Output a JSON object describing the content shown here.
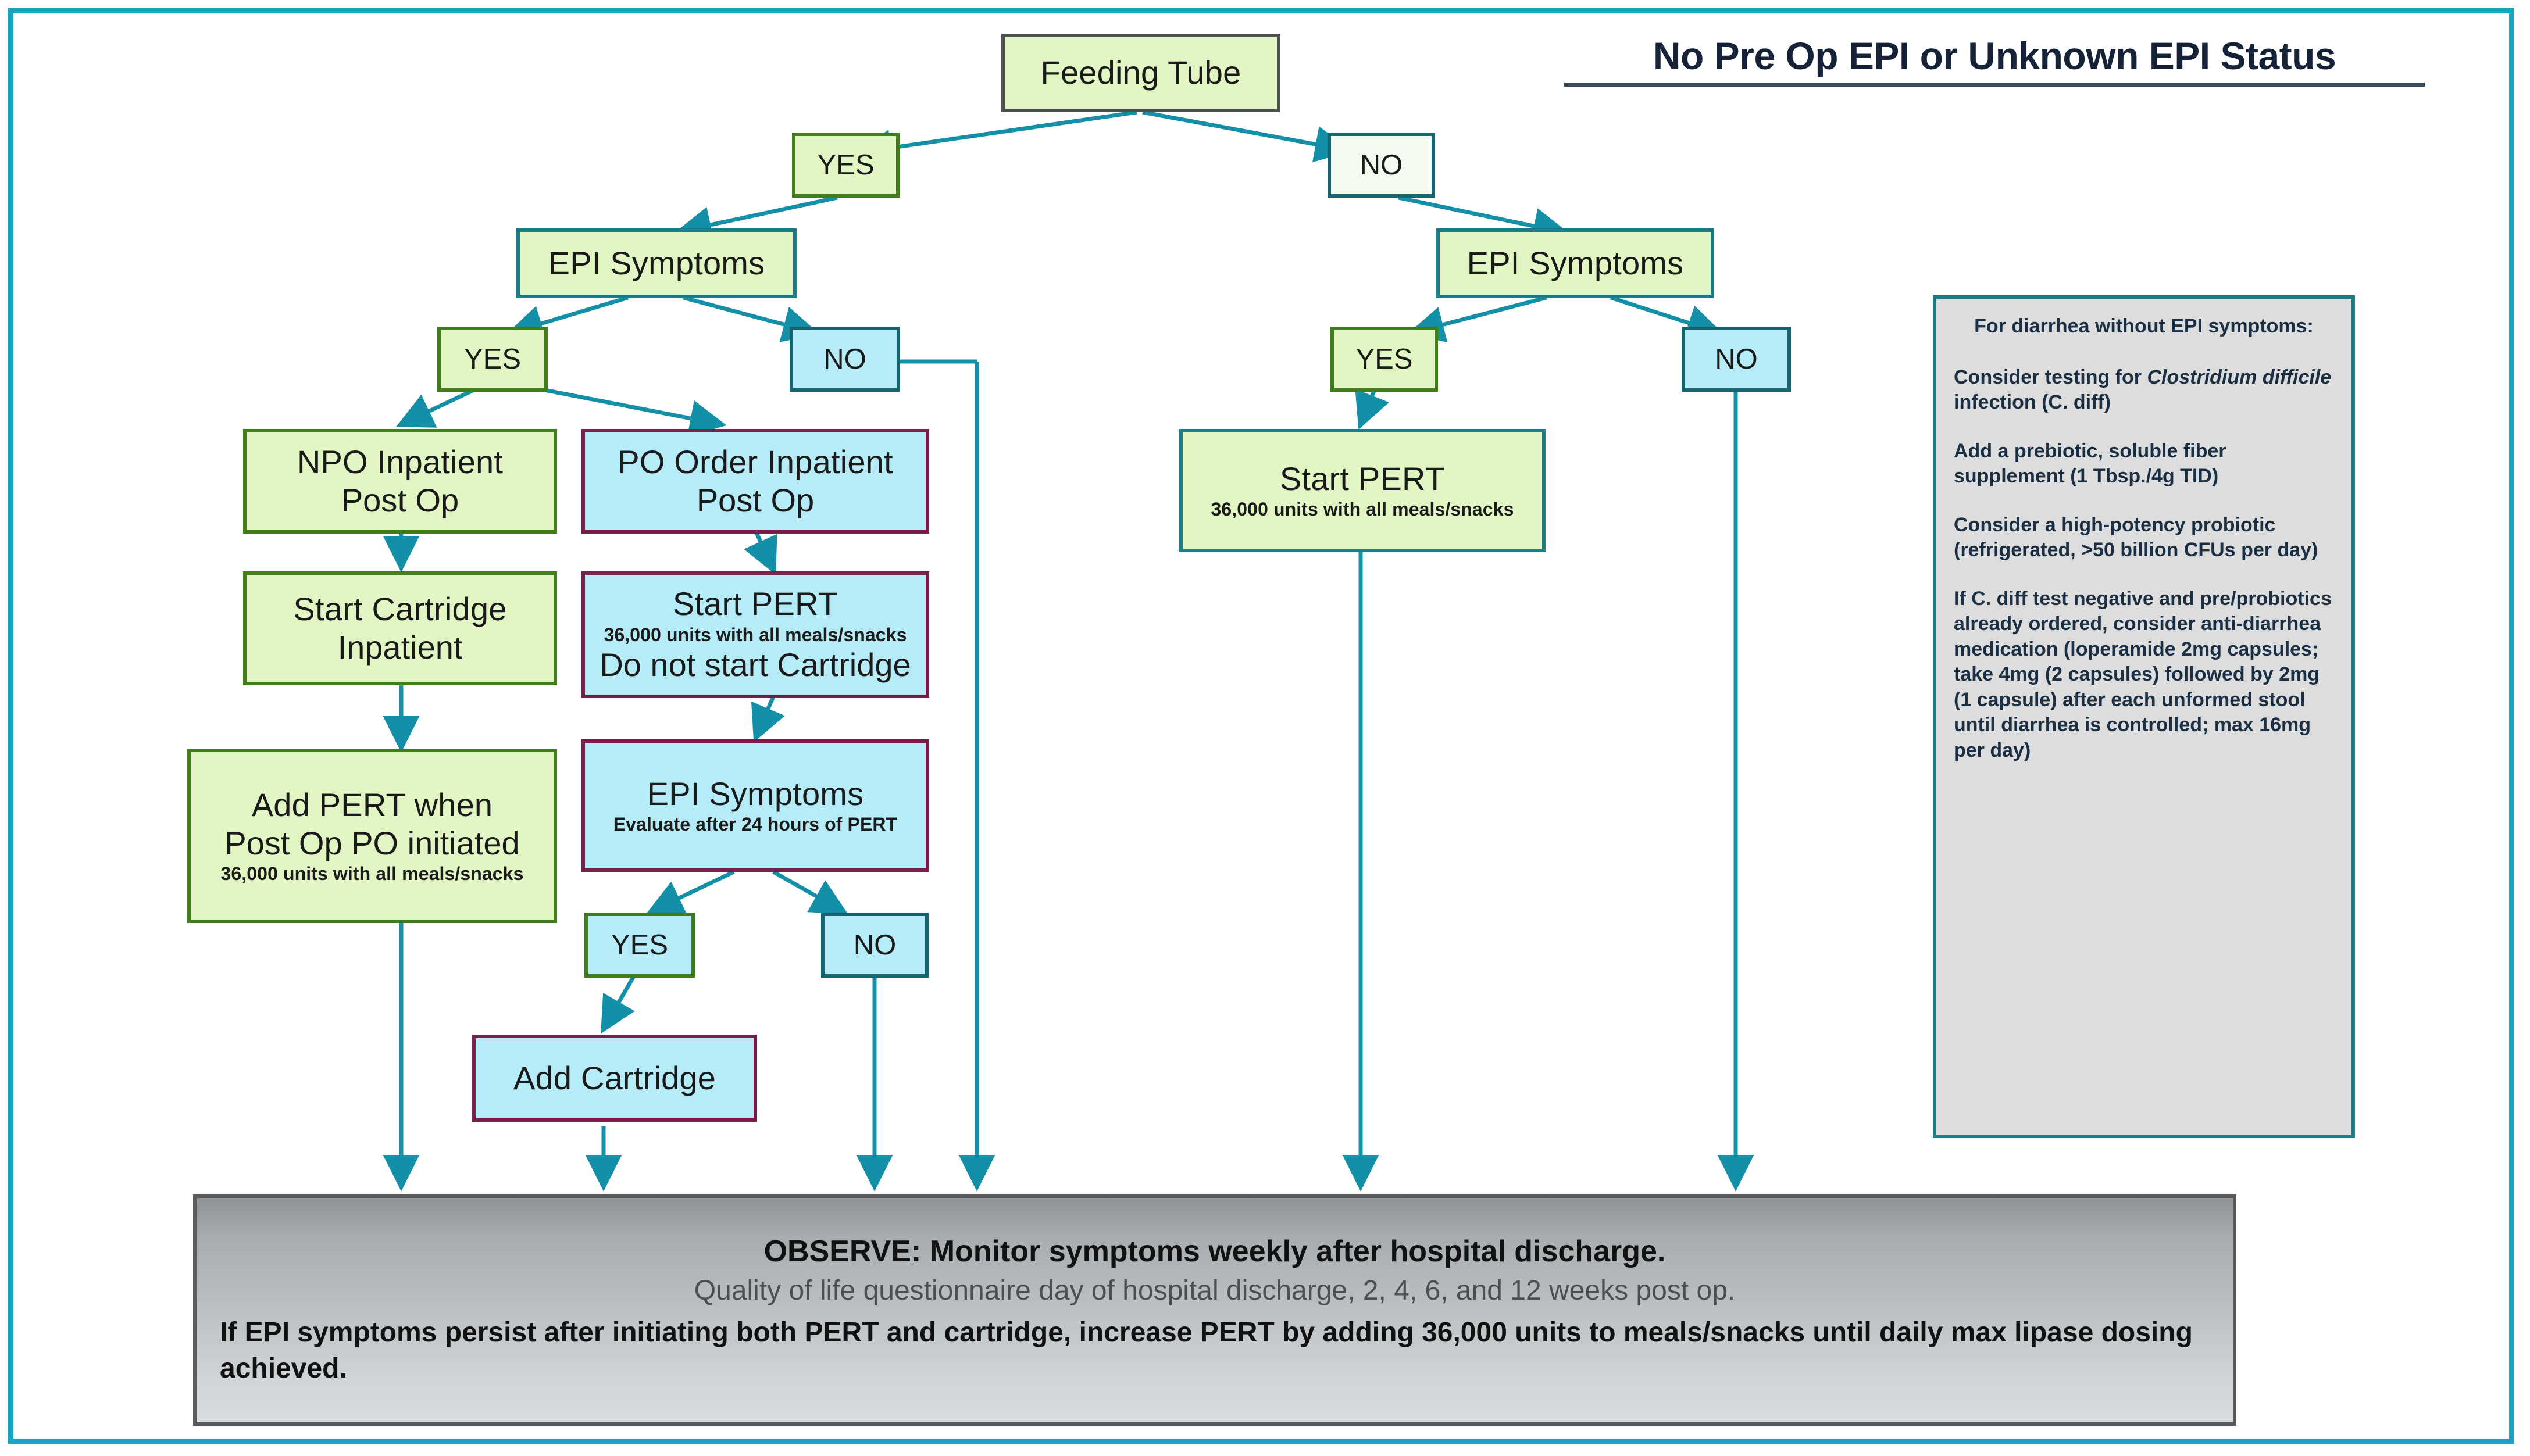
{
  "heading": "No Pre Op EPI or Unknown EPI Status",
  "colors": {
    "frame_border": "#18a4c0",
    "connector": "#1390a8",
    "green_fill": "#e2f6c4",
    "blue_fill": "#b5ecf8",
    "teal_border": "#1b7b86",
    "maroon_border": "#7a1f4a",
    "green_border": "#3f7d18",
    "note_fill": "#dddddd",
    "banner_text": "#111111"
  },
  "nodes": {
    "root": {
      "title": "Feeding Tube"
    },
    "left_yes": {
      "title": "YES"
    },
    "right_no": {
      "title": "NO"
    },
    "left_epi": {
      "title": "EPI Symptoms"
    },
    "right_epi": {
      "title": "EPI Symptoms"
    },
    "l_yes": {
      "title": "YES"
    },
    "l_no": {
      "title": "NO"
    },
    "r_yes": {
      "title": "YES"
    },
    "r_no": {
      "title": "NO"
    },
    "npo": {
      "title": "NPO Inpatient",
      "title2": "Post Op"
    },
    "po_order": {
      "title": "PO Order Inpatient",
      "title2": "Post Op"
    },
    "start_cart": {
      "title": "Start Cartridge",
      "title2": "Inpatient"
    },
    "start_pert_blue": {
      "title": "Start PERT",
      "sub": "36,000 units with all meals/snacks",
      "title2": "Do not start Cartridge"
    },
    "add_pert": {
      "title": "Add PERT when",
      "title2": "Post Op PO initiated",
      "sub": "36,000 units with all meals/snacks"
    },
    "epi_eval": {
      "title": "EPI Symptoms",
      "sub": "Evaluate after 24 hours of PERT"
    },
    "yes2": {
      "title": "YES"
    },
    "no2": {
      "title": "NO"
    },
    "add_cart": {
      "title": "Add Cartridge"
    },
    "start_pert_green": {
      "title": "Start PERT",
      "sub": "36,000 units with all meals/snacks"
    }
  },
  "sidenote": {
    "heading": "For diarrhea without EPI symptoms:",
    "p1_a": "Consider testing for ",
    "p1_i": "Clostridium difficile",
    "p1_b": " infection (C. diff)",
    "p2": "Add a prebiotic, soluble fiber supplement (1 Tbsp./4g TID)",
    "p3": "Consider a high-potency probiotic (refrigerated, >50 billion CFUs per day)",
    "p4": "If C. diff test negative and pre/probiotics already ordered, consider anti-diarrhea medication (loperamide 2mg capsules; take 4mg (2 capsules) followed by 2mg (1 capsule) after each unformed stool until diarrhea is controlled; max 16mg per day)"
  },
  "banner": {
    "line1": "OBSERVE: Monitor symptoms weekly after hospital discharge.",
    "line2": "Quality of life questionnaire day of hospital discharge, 2, 4, 6, and 12 weeks post op.",
    "line3": "If EPI symptoms persist after initiating both PERT and cartridge, increase PERT by adding 36,000 units to meals/snacks until daily max lipase dosing achieved."
  }
}
